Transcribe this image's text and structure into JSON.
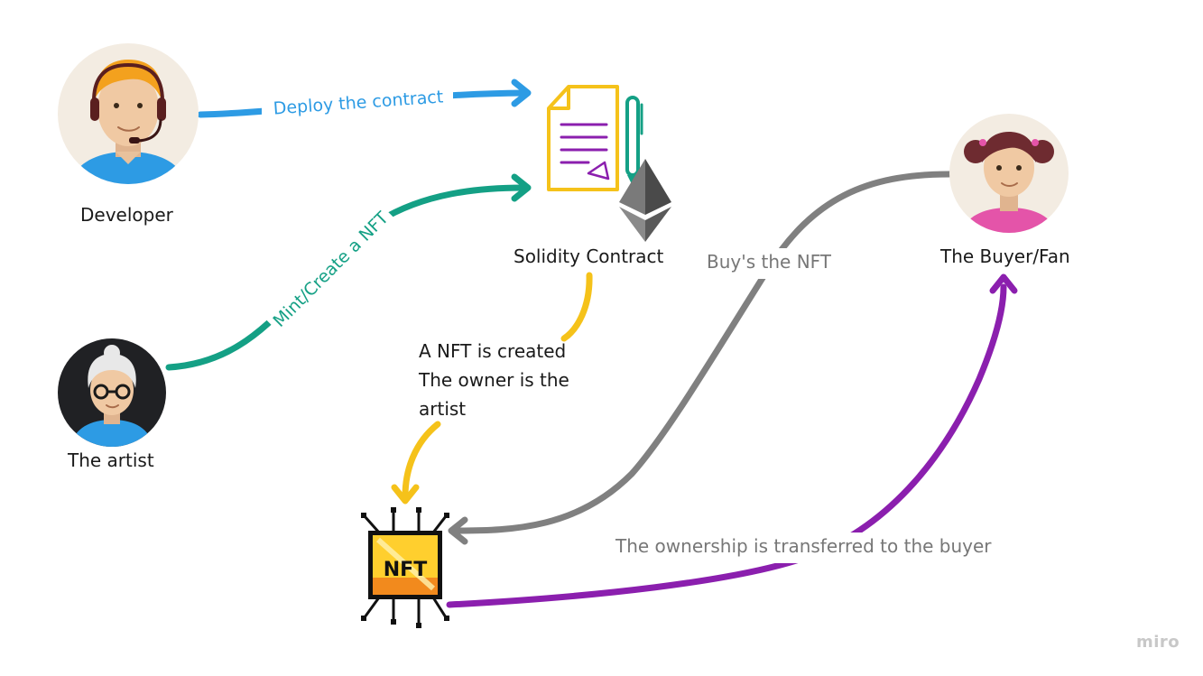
{
  "actors": {
    "developer": "Developer",
    "artist": "The artist",
    "buyer": "The Buyer/Fan"
  },
  "contract_label": "Solidity Contract",
  "nft_badge": "NFT",
  "edges": {
    "deploy": "Deploy the contract",
    "mint": "Mint/Create a NFT",
    "buy": "Buy's the NFT",
    "transfer": "The ownership is transferred to the buyer"
  },
  "note_lines": [
    "A NFT is created",
    "The owner is the",
    "artist"
  ],
  "watermark": "miro",
  "colors": {
    "deploy": "#2d9be4",
    "mint": "#14a085",
    "created": "#f5c21a",
    "buy": "#808080",
    "transfer": "#8b1fae"
  }
}
